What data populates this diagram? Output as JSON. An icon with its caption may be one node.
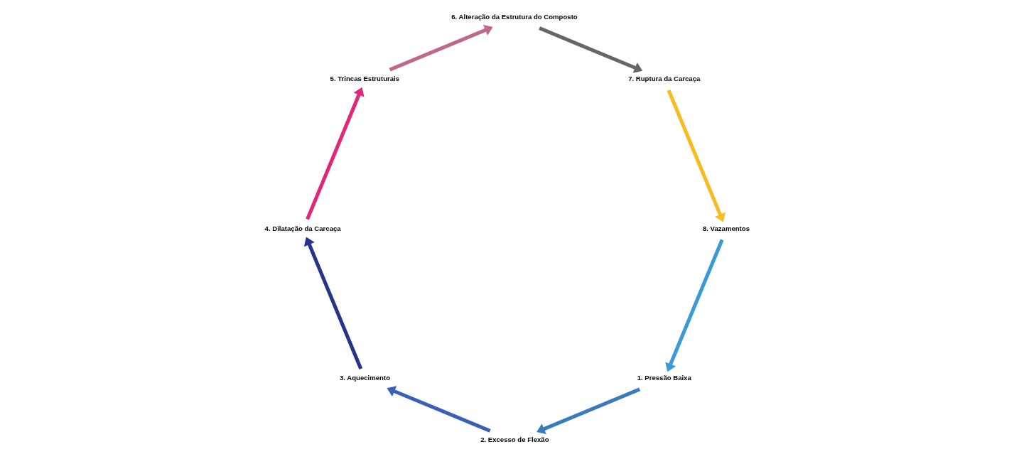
{
  "diagram": {
    "nodes": [
      {
        "text": [
          "1. Pressão Baixa"
        ]
      },
      {
        "text": [
          "2. Excesso de Flexão"
        ]
      },
      {
        "text": [
          "3. Aquecimento"
        ]
      },
      {
        "text": [
          "4. Dilatação da Carcaça"
        ]
      },
      {
        "text": [
          "5. Trincas Estruturais"
        ]
      },
      {
        "text": [
          "6. Alteração da Estrutura do Composto"
        ]
      },
      {
        "text": [
          "7. Ruptura da Carcaça"
        ]
      },
      {
        "text": [
          "8. Vazamentos"
        ]
      }
    ],
    "edges": [
      {
        "from": 0,
        "to": 1,
        "arrow": "to",
        "color": "#3a7bbf"
      },
      {
        "from": 1,
        "to": 2,
        "arrow": "to",
        "color": "#3a5fb8"
      },
      {
        "from": 2,
        "to": 3,
        "arrow": "to",
        "color": "#26348a"
      },
      {
        "from": 3,
        "to": 4,
        "arrow": "to",
        "color": "#e0287a"
      },
      {
        "from": 4,
        "to": 5,
        "arrow": "to",
        "color": "#c0688a"
      },
      {
        "from": 5,
        "to": 6,
        "arrow": "to",
        "color": "#6a6468"
      },
      {
        "from": 6,
        "to": 7,
        "arrow": "to",
        "color": "#f6bc22"
      },
      {
        "from": 7,
        "to": 0,
        "arrow": "to",
        "color": "#3a9ad8"
      }
    ]
  }
}
